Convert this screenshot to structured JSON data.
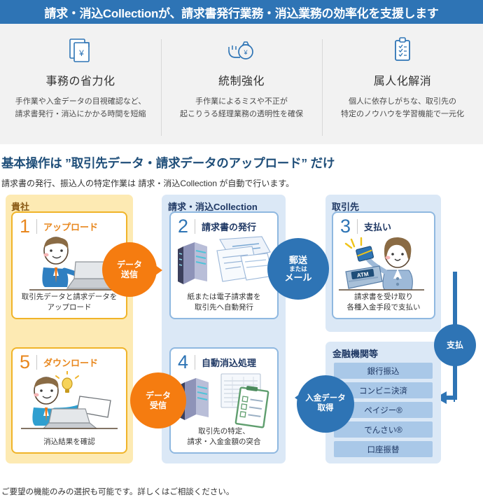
{
  "banner": {
    "title": "請求・消込Collectionが、請求書発行業務・消込業務の効率化を支援します"
  },
  "features": [
    {
      "icon": "invoice-yen-icon",
      "title": "事務の省力化",
      "line1": "手作業や入金データの目視確認など、",
      "line2": "請求書発行・消込にかかる時間を短縮"
    },
    {
      "icon": "money-bag-icon",
      "title": "統制強化",
      "line1": "手作業によるミスや不正が",
      "line2": "起こりうる経理業務の透明性を確保"
    },
    {
      "icon": "clipboard-checklist-icon",
      "title": "属人化解消",
      "line1": "個人に依存しがちな、取引先の",
      "line2": "特定のノウハウを学習機能で一元化"
    }
  ],
  "section": {
    "heading": "基本操作は ”取引先データ・請求データのアップロード” だけ",
    "subheading": "請求書の発行、振込人の特定作業は 請求・消込Collection が自動で行います。"
  },
  "lanes": {
    "you": "貴社",
    "middle": "請求・消込Collection",
    "partner": "取引先"
  },
  "steps": [
    {
      "number": "1",
      "title": "アップロード",
      "caption_line1": "取引先データと請求データを",
      "caption_line2": "アップロード",
      "art": "person-laptop-icon"
    },
    {
      "number": "2",
      "title": "請求書の発行",
      "caption_line1": "紙または電子請求書を",
      "caption_line2": "取引先へ自動発行",
      "art": "servers-documents-icon"
    },
    {
      "number": "3",
      "title": "支払い",
      "caption_line1": "請求書を受け取り",
      "caption_line2": "各種入金手段で支払い",
      "art": "woman-atm-icon"
    },
    {
      "number": "4",
      "title": "自動消込処理",
      "caption_line1": "取引先の特定、",
      "caption_line2": "請求・入金金額の突合",
      "art": "servers-checklist-icon"
    },
    {
      "number": "5",
      "title": "ダウンロード",
      "caption_line1": "消込結果を確認",
      "caption_line2": "",
      "art": "person-laptop-result-icon"
    }
  ],
  "badges": {
    "data_send_line1": "データ",
    "data_send_line2": "送信",
    "mail_line1": "郵送",
    "mail_line2": "または",
    "mail_line3": "メール",
    "payment": "支払",
    "deposit_line1": "入金データ",
    "deposit_line2": "取得",
    "data_receive_line1": "データ",
    "data_receive_line2": "受信"
  },
  "financial": {
    "title": "金融機関等",
    "methods": [
      "銀行振込",
      "コンビニ決済",
      "ペイジー®",
      "でんさい®",
      "口座振替"
    ]
  },
  "footer": {
    "note": "ご要望の機能のみの選択も可能です。詳しくはご相談ください。"
  },
  "colors": {
    "banner_blue": "#2e74b5",
    "lane_yellow": "#fdeab3",
    "lane_blue": "#dbe8f6",
    "accent_orange": "#f57c10",
    "accent_blue": "#2e74b5"
  }
}
